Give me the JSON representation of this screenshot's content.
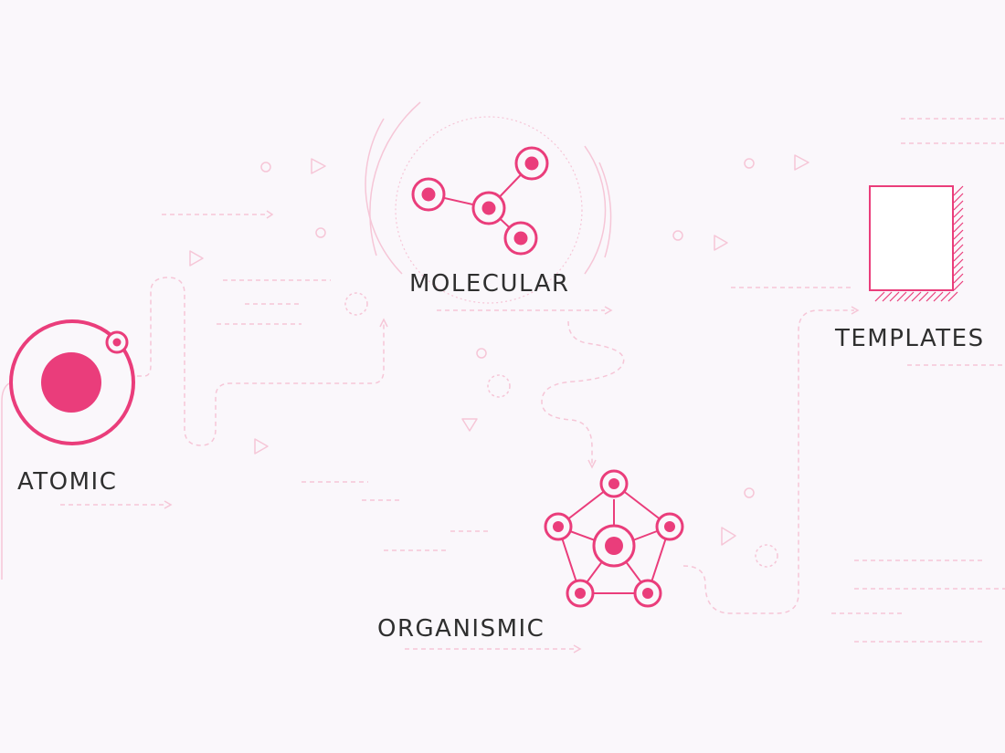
{
  "colors": {
    "background": "#faf7fb",
    "accent": "#ea3d7b",
    "line": "#f6c6d7",
    "text": "#2f2f2f"
  },
  "stages": {
    "atomic": {
      "label": "ATOMIC",
      "icon": "atom-icon"
    },
    "molecular": {
      "label": "MOLECULAR",
      "icon": "molecule-icon"
    },
    "organismic": {
      "label": "ORGANISMIC",
      "icon": "organism-network-icon"
    },
    "templates": {
      "label": "TEMPLATES",
      "icon": "template-page-icon"
    }
  }
}
